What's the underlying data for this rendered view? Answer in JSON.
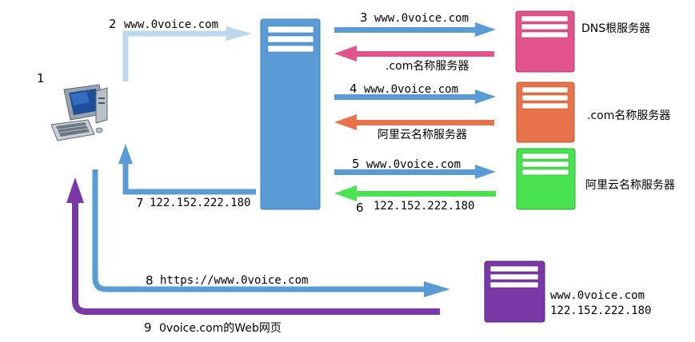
{
  "colors": {
    "dns_root": "#e2528c",
    "com_server": "#e8734b",
    "aliyun_server": "#49e34f",
    "web_server": "#7a38a6",
    "local_dns": "#5b9bd5",
    "arrow_blue": "#5b9bd5",
    "arrow_light": "#bdd7ee",
    "arrow_pink": "#e2528c",
    "arrow_orange": "#e8734b",
    "arrow_green": "#49e34f",
    "arrow_purple": "#7a38a6"
  },
  "steps": {
    "s1": "1",
    "s2_num": "2",
    "s2_text": "www.0voice.com",
    "s3_num": "3",
    "s3_text": "www.0voice.com",
    "s3_reply": ".com名称服务器",
    "s4_num": "4",
    "s4_text": "www.0voice.com",
    "s4_reply": "阿里云名称服务器",
    "s5_num": "5",
    "s5_text": "www.0voice.com",
    "s6_num": "6",
    "s6_text": "122.152.222.180",
    "s7_num": "7",
    "s7_text": "122.152.222.180",
    "s8_num": "8",
    "s8_text": "https://www.0voice.com",
    "s9_num": "9",
    "s9_text": "0voice.com的Web网页"
  },
  "servers": {
    "dns_root_label": "DNS根服务器",
    "com_label": ".com名称服务器",
    "aliyun_label": "阿里云名称服务器",
    "web_domain": "www.0voice.com",
    "web_ip": "122.152.222.180"
  },
  "icons": {
    "client": "desktop-computer-icon"
  }
}
